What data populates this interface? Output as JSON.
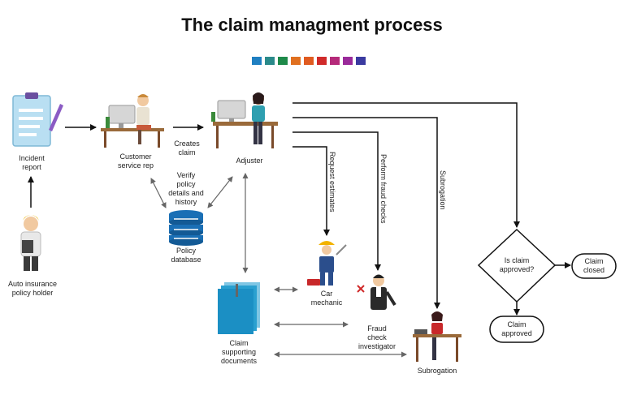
{
  "title": "The claim managment process",
  "swatch_colors": [
    "#1f7fc1",
    "#2a8a8a",
    "#1e8a4a",
    "#e07020",
    "#e05b20",
    "#d02a2a",
    "#b52a7a",
    "#9a2a9a",
    "#3a3aa0"
  ],
  "nodes": {
    "incident_report": "Incident\nreport",
    "policy_holder": "Auto insurance\npolicy holder",
    "customer_service": "Customer\nservice rep",
    "adjuster": "Adjuster",
    "policy_database": "Policy\ndatabase",
    "car_mechanic": "Car\nmechanic",
    "fraud_investigator": "Fraud\ncheck\ninvestigator",
    "subrogation_person": "Subrogation",
    "claim_documents": "Claim\nsupporting\ndocuments",
    "decision": "Is claim\napproved?",
    "claim_closed": "Claim\nclosed",
    "claim_approved": "Claim\napproved"
  },
  "edge_labels": {
    "creates_claim": "Creates\nclaim",
    "verify_policy": "Verify\npolicy\ndetails and\nhistory",
    "request_estimates": "Request estimates",
    "fraud_checks": "Perform fraud checks",
    "subrogation": "Subrogation"
  }
}
